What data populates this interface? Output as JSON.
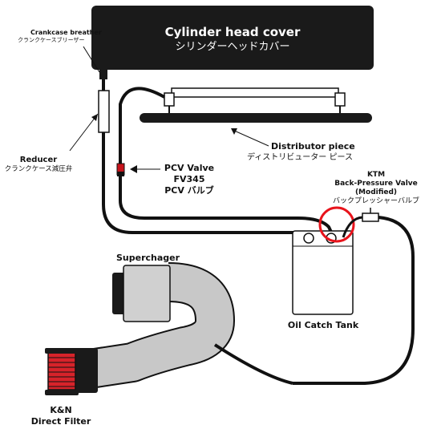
{
  "head_cover": {
    "title": "Cylinder head cover",
    "title_jp": "シリンダーヘッドカバー"
  },
  "crankcase_breather": {
    "label": "Crankcase breather",
    "label_jp": "クランクケースブリーザー"
  },
  "reducer": {
    "label": "Reducer",
    "label_jp": "クランクケース減圧弁"
  },
  "distributor_piece": {
    "label": "Distributor piece",
    "label_jp": "ディストリビューター ピース"
  },
  "pcv_valve": {
    "line1": "PCV Valve",
    "line2": "FV345",
    "line3": "PCV バルブ"
  },
  "ktm_valve": {
    "line1": "KTM",
    "line2": "Back-Pressure Valve",
    "line3": "(Modified)",
    "line4": "バックプレッシャーバルブ"
  },
  "supercharger": {
    "label": "Superchager"
  },
  "oil_catch_tank": {
    "label": "Oil Catch Tank"
  },
  "kn_filter": {
    "line1": "K&N",
    "line2": "Direct Filter"
  },
  "colors": {
    "body": "#1a1a1a",
    "highlight": "#e8141c",
    "duct": "#c8c8c8",
    "filter": "#d7232a"
  }
}
